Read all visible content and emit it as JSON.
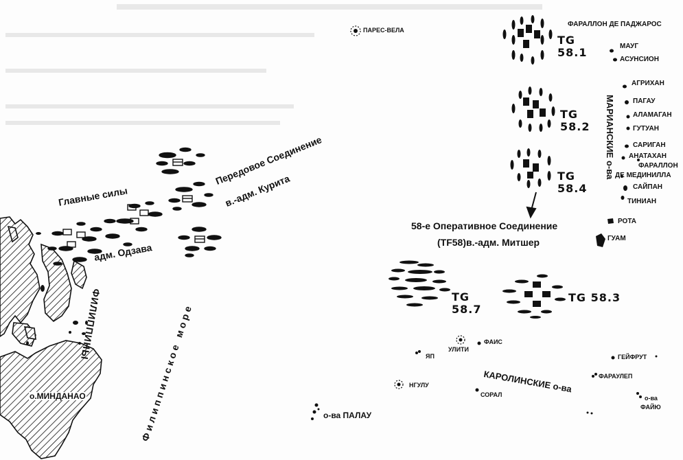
{
  "labels": {
    "fallon_pajaros": "ФАРАЛЛОН ДЕ ПАДЖАРОС",
    "maug": "МАУГ",
    "asuncion": "АСУНСИОН",
    "agrihan": "АГРИХАН",
    "pagan": "ПАГАУ",
    "alamagan": "АЛАМАГАН",
    "guguan": "ГУТУАН",
    "sarigan": "САРИГАН",
    "anatahan": "АНАТАХАН",
    "farallon_medinilla_1": "ФАРАЛЛОН",
    "farallon_medinilla_2": "ДЕ МЕДИНИЛЛА",
    "saipan": "САЙПАН",
    "tinian": "ТИНИАН",
    "rota": "РОТА",
    "guam": "ГУАМ",
    "marianas": "МАРИАНСКИЕ о-ва",
    "parece_vela": "ПАРЕС-ВЕЛА",
    "tg581": [
      "TG",
      "58.1"
    ],
    "tg582": [
      "TG",
      "58.2"
    ],
    "tg584": [
      "TG",
      "58.4"
    ],
    "tg587": [
      "TG",
      "58.7"
    ],
    "tg583": "TG 58.3",
    "tf58_line1": "58-е Оперативное Соединение",
    "tf58_line2": "(TF58)в.-адм. Митшер",
    "vanguard_line1": "Передовое Соединение",
    "vanguard_line2": "в.-адм. Курита",
    "main_force": "Главные силы",
    "ozawa": "адм. Одзава",
    "philippines": "ФИЛИППИНЫ",
    "philippine_sea": "Филиппинское море",
    "mindanao": "о.МИНДАНАО",
    "palau": "о-ва ПАЛАУ",
    "ngulu": "НГУЛУ",
    "yap": "ЯП",
    "ulithi": "УЛИТИ",
    "fais": "ФАИС",
    "sorol": "СОРАЛ",
    "carolines": "КАРОЛИНСКИЕ о-ва",
    "gaferut": "ГЕЙФРУТ",
    "faraulep": "ФАРАУЛЕП",
    "faiu_1": "о-ва",
    "faiu_2": "ФАЙЮ"
  }
}
